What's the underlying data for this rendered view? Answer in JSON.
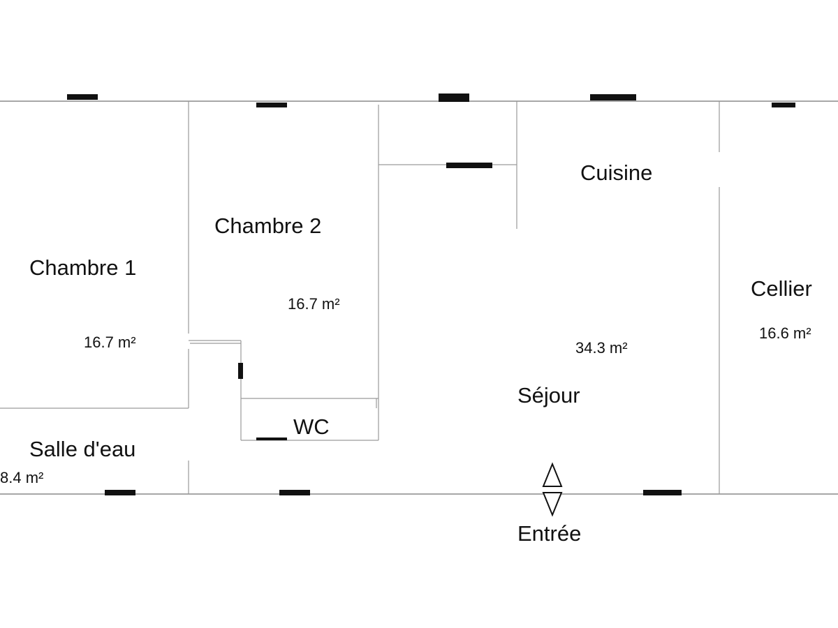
{
  "rooms": {
    "chambre1": {
      "name": "Chambre 1",
      "area": "16.7 m²"
    },
    "chambre2": {
      "name": "Chambre 2",
      "area": "16.7 m²"
    },
    "cuisine": {
      "name": "Cuisine"
    },
    "sejour": {
      "name": "Séjour",
      "area": "34.3 m²"
    },
    "cellier": {
      "name": "Cellier",
      "area": "16.6 m²"
    },
    "salle_eau": {
      "name": "Salle d'eau",
      "area": "8.4 m²"
    },
    "wc": {
      "name": "WC"
    }
  },
  "entrance": {
    "label": "Entrée"
  },
  "colors": {
    "wall": "#8a8a8a",
    "window": "#111111",
    "text": "#111111",
    "background": "#ffffff"
  }
}
